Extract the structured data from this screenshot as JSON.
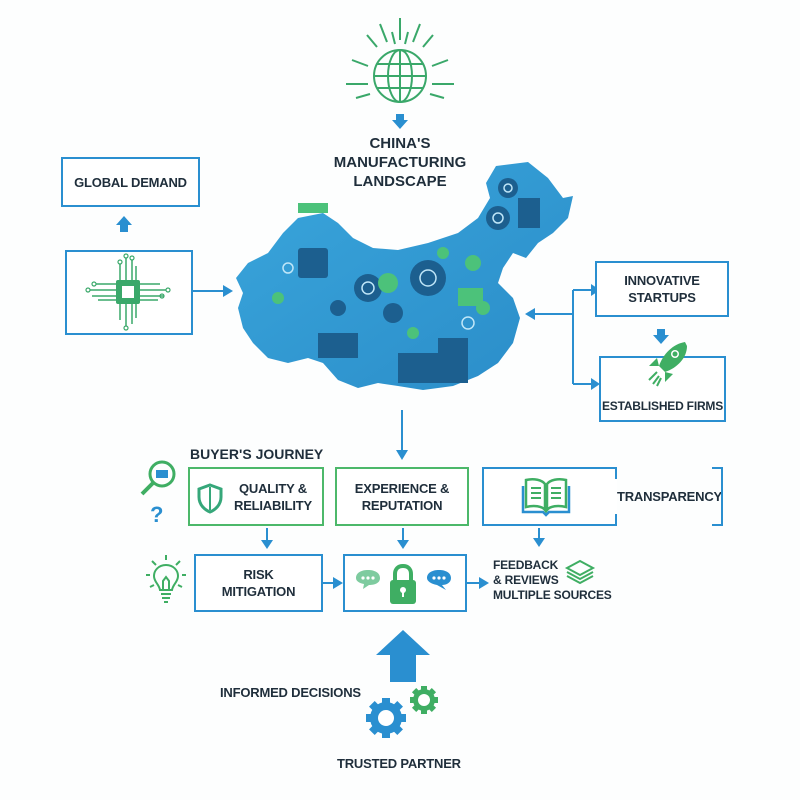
{
  "title": {
    "line1": "CHINA'S",
    "line2": "MANUFACTURING",
    "line3": "LANDSCAPE"
  },
  "left": {
    "global_demand": "GLOBAL DEMAND"
  },
  "right": {
    "innovative_line1": "INNOVATIVE",
    "innovative_line2": "STARTUPS",
    "established": "ESTABLISHED FIRMS"
  },
  "journey": {
    "heading": "BUYER'S JOURNEY",
    "quality_line1": "QUALITY &",
    "quality_line2": "RELIABILITY",
    "experience_line1": "EXPERIENCE &",
    "experience_line2": "REPUTATION",
    "transparency": "TRANSPARENCY"
  },
  "lower": {
    "risk_line1": "RISK",
    "risk_line2": "MITIGATION",
    "feedback_line1": "FEEDBACK",
    "feedback_line2": "& REVIEWS",
    "feedback_line3": "MULTIPLE SOURCES"
  },
  "bottom": {
    "informed": "INFORMED DECISIONS",
    "trusted": "TRUSTED PARTNER"
  },
  "colors": {
    "blue": "#2a8fd0",
    "green": "#4cb86a",
    "text": "#1f2e3b",
    "map_light": "#3aa6dc",
    "map_dark": "#1c5f8f"
  }
}
